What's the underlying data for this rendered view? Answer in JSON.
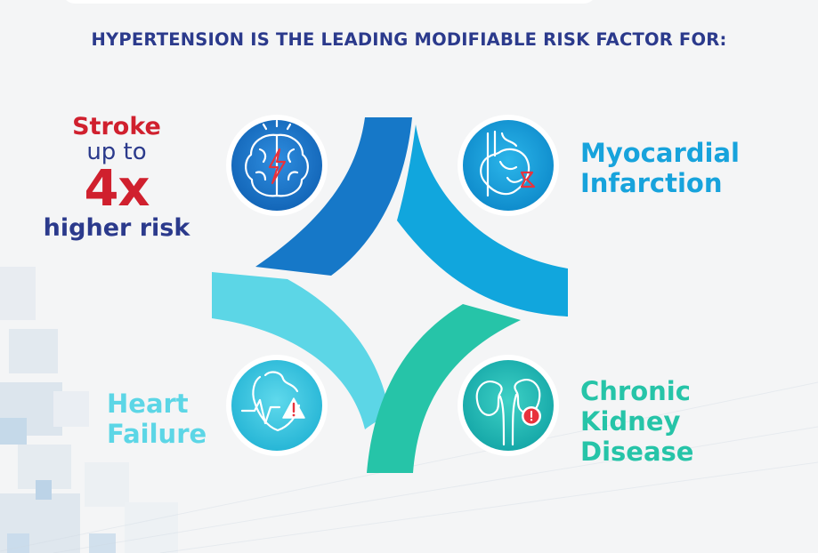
{
  "headline": "HYPERTENSION IS THE LEADING MODIFIABLE RISK FACTOR FOR:",
  "stroke": {
    "title": "Stroke",
    "up_to": "up to",
    "multiplier": "4x",
    "higher_risk": "higher risk"
  },
  "myocardial_infarction": {
    "line1": "Myocardial",
    "line2": "Infarction"
  },
  "heart_failure": {
    "line1": "Heart",
    "line2": "Failure"
  },
  "chronic_kidney_disease": {
    "line1": "Chronic",
    "line2": "Kidney",
    "line3": "Disease"
  },
  "icons": {
    "top_left": "brain-icon",
    "top_right": "heart-anatomy-icon",
    "bottom_left": "heart-warning-icon",
    "bottom_right": "kidney-alert-icon"
  },
  "colors": {
    "headline": "#2b3a8c",
    "stroke_red": "#d0202e",
    "blue_dark": "#1678c8",
    "blue_light": "#11a6dd",
    "cyan": "#5cd6e6",
    "teal": "#26c4a8"
  }
}
